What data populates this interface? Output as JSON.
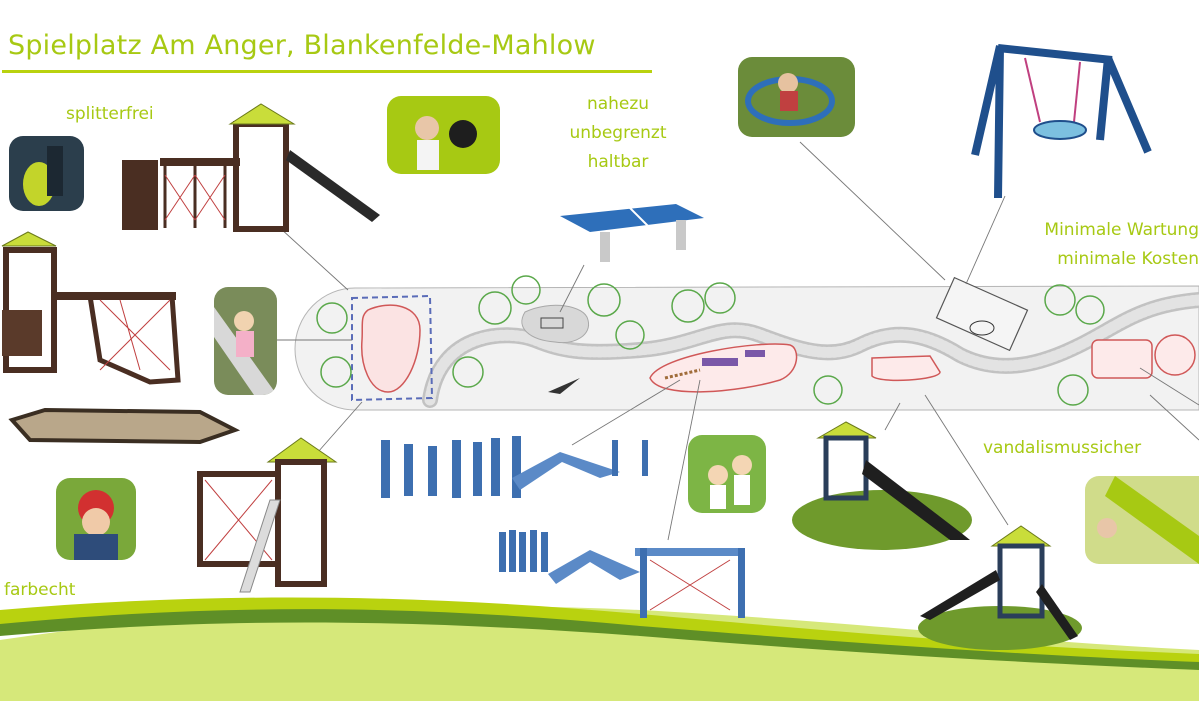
{
  "title": "Spielplatz Am Anger, Blankenfelde-Mahlow",
  "labels": {
    "splitterfrei": "splitterfrei",
    "haltbar_1": "nahezu",
    "haltbar_2": "unbegrenzt",
    "haltbar_3": "haltbar",
    "wartung_1": "Minimale Wartung",
    "wartung_2": "minimale Kosten",
    "vandalismus": "vandalismussicher",
    "farbecht": "farbecht"
  },
  "colors": {
    "accent": "#a7c913",
    "play_tower": "#4a2e22",
    "roof": "#c9dd3a",
    "blue_equipment": "#3d6fb0",
    "path_gray": "#cfcfcf",
    "grass": "#6f9a2c"
  },
  "icons": [
    "north-arrow-icon"
  ],
  "plan_map": {
    "north_marker": "N"
  }
}
